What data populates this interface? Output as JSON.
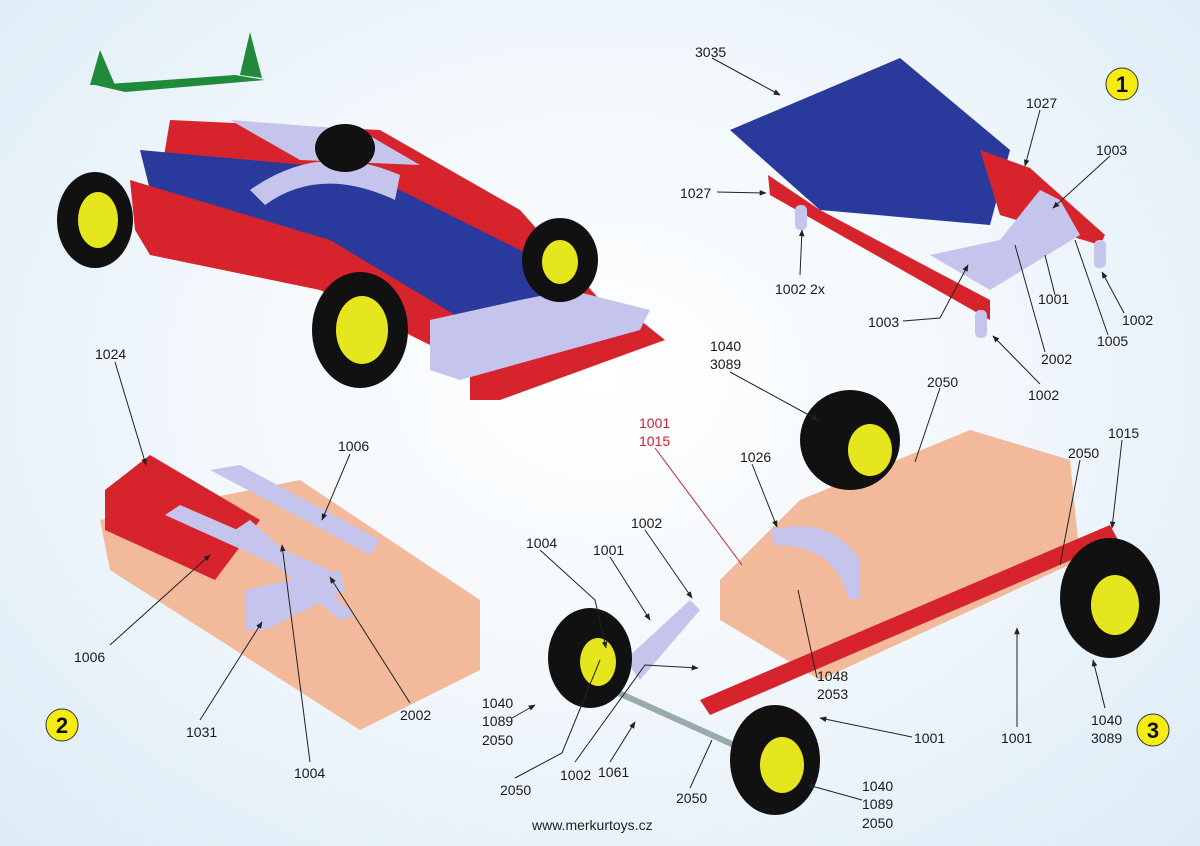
{
  "footer": "www.merkurtoys.cz",
  "colors": {
    "red_part": "#d7232b",
    "blue_plate": "#2a3a9c",
    "lilac_part": "#c5c4ec",
    "peach_part": "#f2b99a",
    "green_wing": "#1f8a3a",
    "tire": "#111111",
    "hub": "#e6e61e",
    "step_badge": "#f6ec14",
    "highlight_label": "#d0202a"
  },
  "steps": {
    "s1": "1",
    "s2": "2",
    "s3": "3"
  },
  "panel1": {
    "l3035": "3035",
    "l1027a": "1027",
    "l1027b": "1027",
    "l1003a": "1003",
    "l1002x2": "1002 2x",
    "l1001": "1001",
    "l1003b": "1003",
    "l2002": "2002",
    "l1005": "1005",
    "l1002a": "1002",
    "l1002b": "1002"
  },
  "panel2": {
    "l1024": "1024",
    "l1006a": "1006",
    "l1006b": "1006",
    "l1031": "1031",
    "l2002": "2002",
    "l1004": "1004"
  },
  "panel3": {
    "tw_a": "1040",
    "tw_b": "3089",
    "t2050": "2050",
    "red_a": "1001",
    "red_b": "1015",
    "l1026": "1026",
    "l1015": "1015",
    "l2050r": "2050",
    "l1002": "1002",
    "l1004": "1004",
    "l1001": "1001",
    "m_a": "1048",
    "m_b": "2053",
    "lw_a": "1040",
    "lw_b": "1089",
    "lw_c": "2050",
    "l2050a": "2050",
    "l1002b": "1002",
    "l1061": "1061",
    "l2050b": "2050",
    "bw_a": "1040",
    "bw_b": "1089",
    "bw_c": "2050",
    "l1001b": "1001",
    "l1001c": "1001",
    "rw_a": "1040",
    "rw_b": "3089"
  }
}
